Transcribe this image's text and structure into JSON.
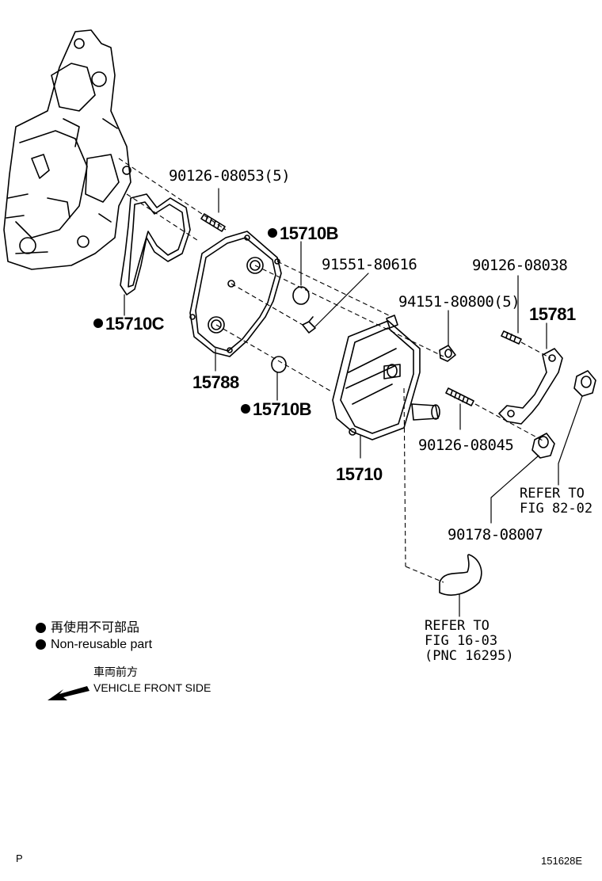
{
  "callouts": {
    "bolt_top": "90126-08053(5)",
    "gasket_b_top": "15710B",
    "gasket_c": "15710C",
    "bolt_mid": "91551-80616",
    "bolt_right_top": "90126-08038",
    "nut": "94151-80800(5)",
    "bracket": "15781",
    "plate": "15788",
    "gasket_b_bottom": "15710B",
    "cooler": "15710",
    "stud": "90126-08045",
    "bushing": "90178-08007"
  },
  "refer_a": {
    "line1": "REFER TO",
    "line2": "FIG 82-02"
  },
  "refer_b": {
    "line1": "REFER TO",
    "line2": "FIG 16-03",
    "line3": "(PNC 16295)"
  },
  "legend": {
    "jp": "再使用不可部品",
    "en": "Non-reusable part"
  },
  "front": {
    "jp": "車両前方",
    "en": "VEHICLE FRONT SIDE"
  },
  "footer": {
    "left": "P",
    "right": "151628E"
  }
}
